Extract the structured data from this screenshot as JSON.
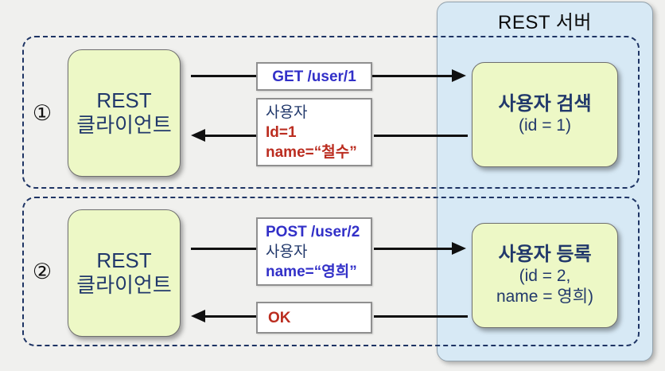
{
  "server": {
    "title": "REST 서버"
  },
  "sections": [
    {
      "marker": "①",
      "client_line1": "REST",
      "client_line2": "클라이언트",
      "request": {
        "line1": "GET /user/1"
      },
      "response": {
        "line1": "사용자",
        "line2": "Id=1",
        "line3": "name=“철수”"
      },
      "server_box": {
        "title": "사용자 검색",
        "line2": "(id = 1)"
      }
    },
    {
      "marker": "②",
      "client_line1": "REST",
      "client_line2": "클라이언트",
      "request": {
        "line1": "POST /user/2",
        "line2": "사용자",
        "line3": "name=“영희”"
      },
      "response": {
        "line1": "OK"
      },
      "server_box": {
        "title": "사용자 등록",
        "line2": "(id = 2,",
        "line3": "name = 영희)"
      }
    }
  ],
  "colors": {
    "background": "#f0f0ee",
    "server_panel_fill": "#d7e9f5",
    "node_fill": "#edf8c6",
    "frame_dash_navy": "#1e3464",
    "navy_text": "#21386b",
    "http_blue": "#3230c8",
    "value_red": "#bb2d20",
    "arrow_black": "#101010"
  }
}
